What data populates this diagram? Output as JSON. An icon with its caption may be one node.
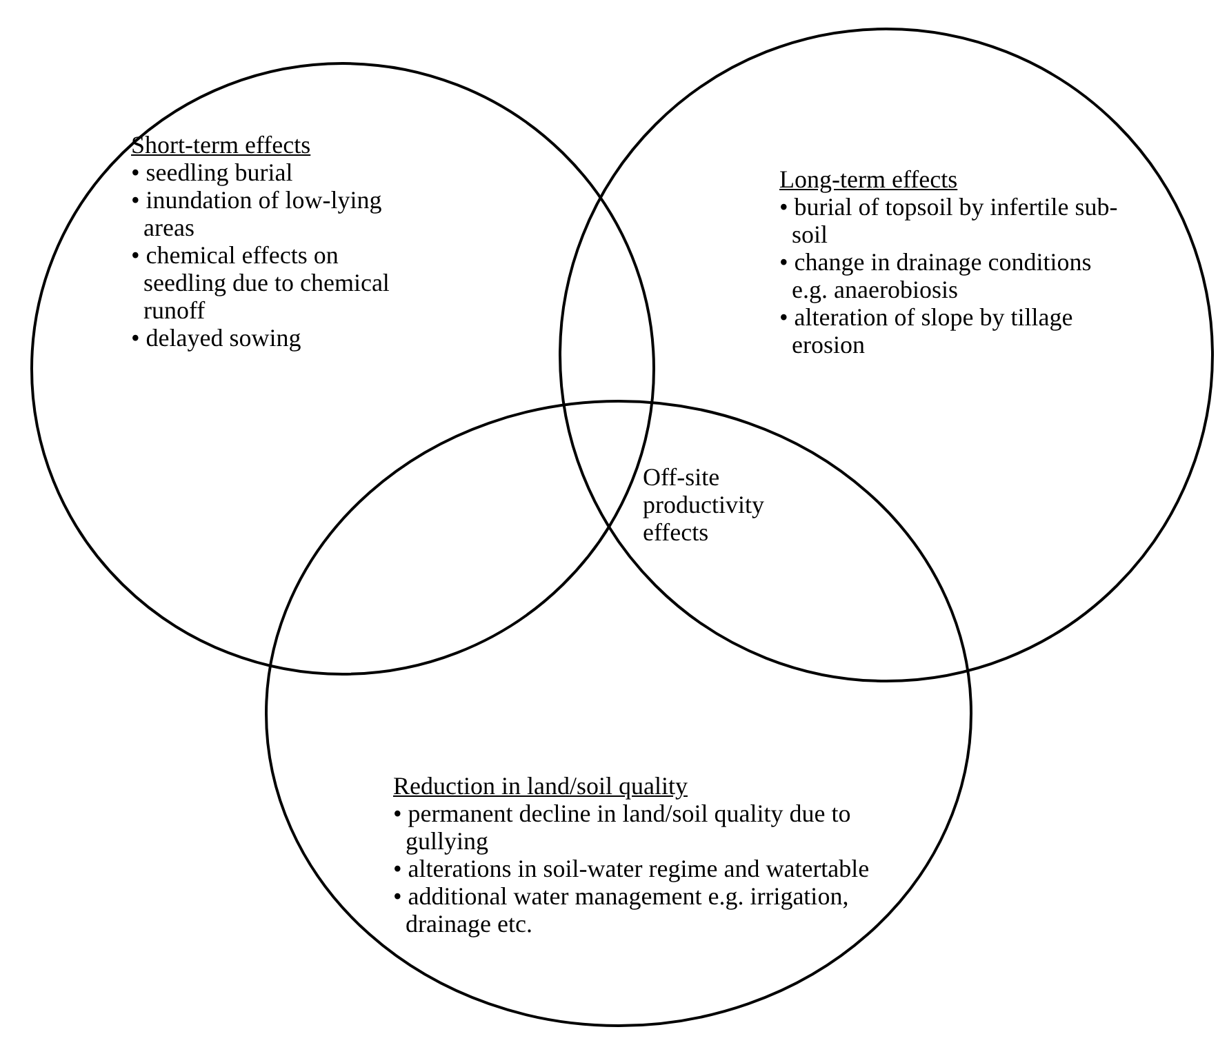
{
  "diagram": {
    "nodes": [
      {
        "text": [
          "Short-term effects",
          "• seedling burial",
          "• inundation of low-lying areas",
          "• chemical effects on seedling due to chemical runoff",
          "• delayed sowing"
        ]
      },
      {
        "text": [
          "Long-term effects",
          "• burial of topsoil by infertile sub-soil",
          "• change in drainage conditions e.g. anaerobiosis",
          "• alteration of slope by tillage erosion"
        ]
      },
      {
        "text": [
          "Reduction in land/soil quality",
          "• permanent decline in land/soil quality due to gullying",
          "• alterations in soil-water regime and watertable",
          "• additional water management e.g. irrigation, drainage etc."
        ]
      }
    ],
    "edges": [],
    "labels": [
      "Off-site productivity effects"
    ]
  }
}
